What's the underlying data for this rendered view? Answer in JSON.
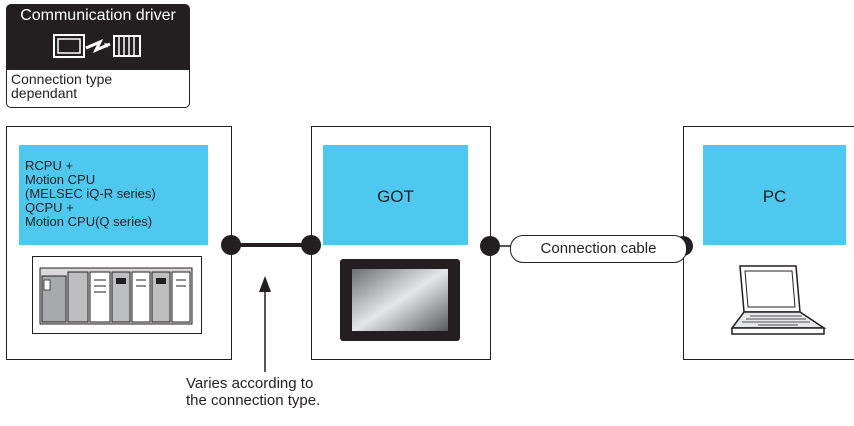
{
  "badge": {
    "title": "Communication driver",
    "subtitle_line1": "Connection type",
    "subtitle_line2": "dependant"
  },
  "cpu_box": {
    "lines": [
      "RCPU +",
      "Motion CPU",
      "(MELSEC iQ-R series)",
      "QCPU +",
      "Motion CPU(Q series)"
    ]
  },
  "got_box": {
    "label": "GOT"
  },
  "pc_box": {
    "label": "PC"
  },
  "cable": {
    "label": "Connection cable"
  },
  "note": {
    "line1": "Varies according to",
    "line2": "the connection type."
  },
  "colors": {
    "accent": "#4fc8ef",
    "line": "#231f20"
  }
}
